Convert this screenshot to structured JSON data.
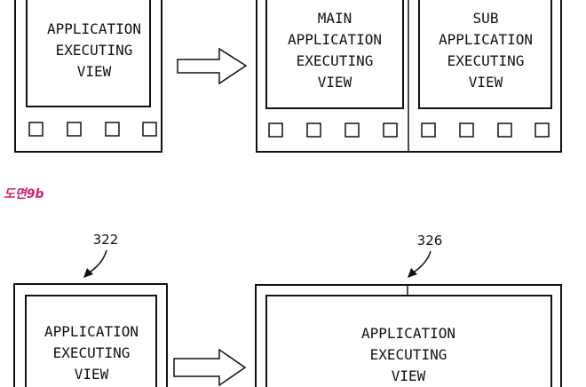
{
  "top": {
    "left_screen": {
      "lines": [
        "APPLICATION",
        "EXECUTING",
        "VIEW"
      ]
    },
    "main_screen": {
      "lines": [
        "MAIN",
        "APPLICATION",
        "EXECUTING",
        "VIEW"
      ]
    },
    "sub_screen": {
      "lines": [
        "SUB",
        "APPLICATION",
        "EXECUTING",
        "VIEW"
      ]
    }
  },
  "figure_label": "도면9b",
  "figure_label_color": "#d6206f",
  "bottom": {
    "left_ref": "322",
    "right_ref": "326",
    "left_screen": {
      "lines": [
        "APPLICATION",
        "EXECUTING",
        "VIEW"
      ]
    },
    "right_screen": {
      "lines": [
        "APPLICATION",
        "EXECUTING",
        "VIEW"
      ]
    }
  }
}
